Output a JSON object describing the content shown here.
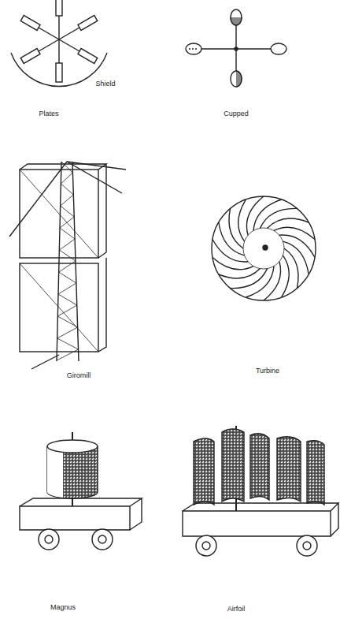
{
  "diagram": {
    "labels": [
      "Shield",
      "Plates",
      "Cupped",
      "Giromill",
      "Turbine",
      "Magnus",
      "Airfoil"
    ]
  }
}
